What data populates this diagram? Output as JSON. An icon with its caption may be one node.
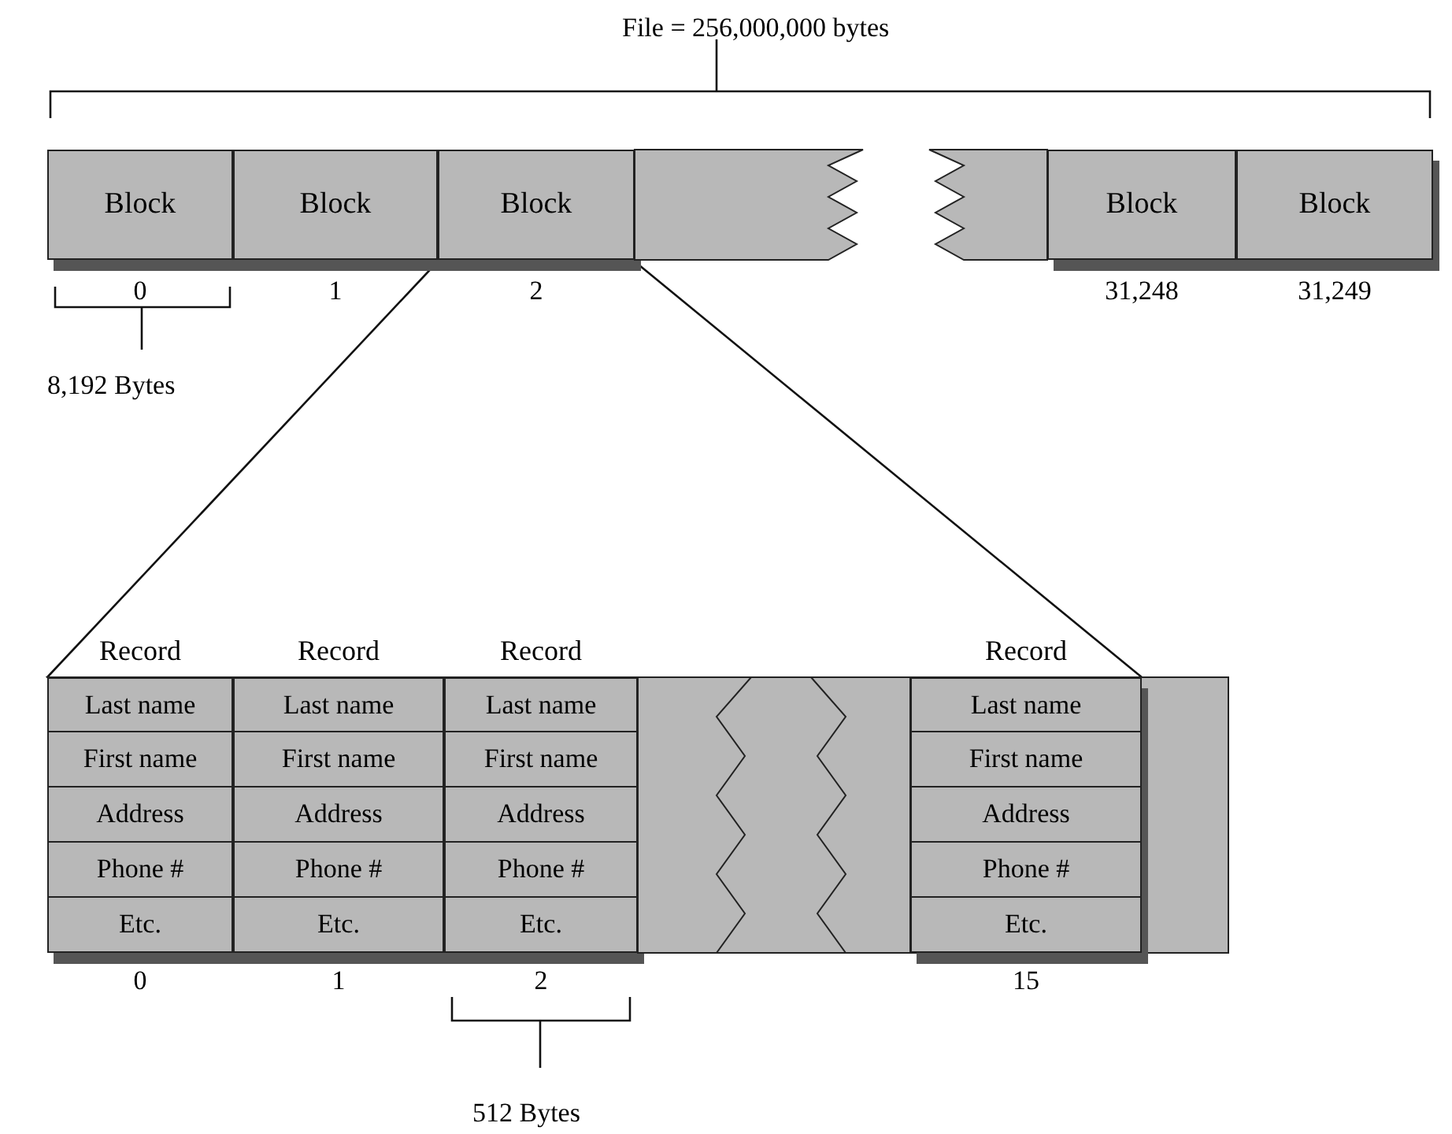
{
  "diagram": {
    "nodes": [
      {
        "text": [
          "Block"
        ],
        "beside": [
          "0"
        ]
      },
      {
        "text": [
          "Block"
        ],
        "beside": [
          "1"
        ]
      },
      {
        "text": [
          "Block"
        ],
        "beside": [
          "2"
        ]
      },
      {
        "text": [],
        "shape": "box"
      },
      {
        "text": [],
        "shape": "box"
      },
      {
        "text": [
          "Block"
        ],
        "beside": [
          "31,248"
        ]
      },
      {
        "text": [
          "Block"
        ],
        "beside": [
          "31,249"
        ]
      },
      {
        "text": [],
        "shape": "box"
      },
      {
        "text": [
          "Record",
          "Last name",
          "First name",
          "Address",
          "Phone #",
          "Etc."
        ],
        "beside": [
          "0"
        ],
        "in": 7
      },
      {
        "text": [
          "Record",
          "Last name",
          "First name",
          "Address",
          "Phone #",
          "Etc."
        ],
        "beside": [
          "1"
        ],
        "in": 7
      },
      {
        "text": [
          "Record",
          "Last name",
          "First name",
          "Address",
          "Phone #",
          "Etc."
        ],
        "beside": [
          "2"
        ],
        "in": 7
      },
      {
        "text": [],
        "shape": "box",
        "in": 7
      },
      {
        "text": [],
        "shape": "box",
        "in": 7
      },
      {
        "text": [
          "Record",
          "Last name",
          "First name",
          "Address",
          "Phone #",
          "Etc."
        ],
        "beside": [
          "15"
        ],
        "in": 7
      }
    ],
    "edges": [
      {
        "from": 2,
        "to": 7,
        "arrow": "none"
      },
      {
        "from": 2,
        "to": 7,
        "arrow": "none"
      }
    ],
    "labels": [
      "File = 256,000,000 bytes",
      "8,192 Bytes",
      "512 Bytes"
    ]
  }
}
